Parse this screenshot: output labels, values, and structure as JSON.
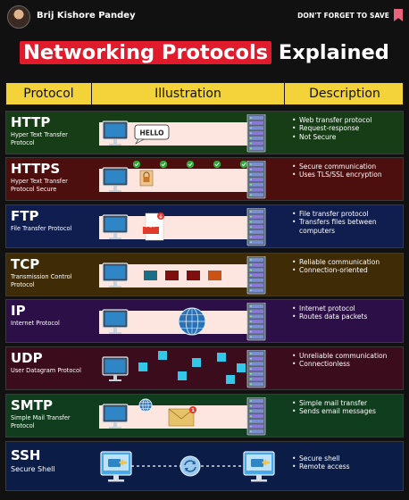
{
  "header": {
    "author": "Brij Kishore Pandey",
    "save_note": "DON'T FORGET TO SAVE"
  },
  "title": {
    "highlight": "Networking Protocols",
    "rest": "Explained"
  },
  "table": {
    "columns": [
      "Protocol",
      "Illustration",
      "Description"
    ],
    "rows": [
      {
        "key": "http",
        "name": "HTTP",
        "full": "Hyper Text Transfer Protocol",
        "bullets": [
          "Web transfer protocol",
          "Request-response",
          "Not Secure"
        ],
        "speech": "HELLO"
      },
      {
        "key": "https",
        "name": "HTTPS",
        "full": "Hyper Text Transfer Protocol Secure",
        "bullets": [
          "Secure communication",
          "Uses TLS/SSL encryption"
        ]
      },
      {
        "key": "ftp",
        "name": "FTP",
        "full": "File Transfer Protocol",
        "bullets": [
          "File transfer protocol",
          "Transfers files between computers"
        ],
        "file_label": "PDF"
      },
      {
        "key": "tcp",
        "name": "TCP",
        "full": "Transmission Control Protocol",
        "bullets": [
          "Reliable communication",
          "Connection-oriented"
        ]
      },
      {
        "key": "ip",
        "name": "IP",
        "full": "Internet Protocol",
        "bullets": [
          "Internet protocol",
          "Routes data packets"
        ]
      },
      {
        "key": "udp",
        "name": "UDP",
        "full": "User Datagram Protocol",
        "bullets": [
          "Unreliable communication",
          "Connectionless"
        ]
      },
      {
        "key": "smtp",
        "name": "SMTP",
        "full": "Simple Mail Transfer Protocol",
        "bullets": [
          "Simple mail transfer",
          "Sends email messages"
        ],
        "badge": "1"
      },
      {
        "key": "ssh",
        "name": "SSH",
        "full": "Secure Shell",
        "bullets": [
          "Secure shell",
          "Remote access"
        ]
      }
    ]
  },
  "colors": {
    "accent_yellow": "#f4d23a",
    "title_red": "#e01b2b",
    "http": "#173d17",
    "https": "#4d0e0e",
    "ftp": "#0f1e4f",
    "tcp": "#3f2b06",
    "ip": "#2c0f47",
    "udp": "#3b0c1c",
    "smtp": "#103d1d",
    "ssh": "#0b1d47",
    "tcp_packets": [
      "#1a6f86",
      "#7e0f0f",
      "#7e0f0f",
      "#c95214"
    ],
    "udp_packets": "#33c7ea",
    "https_badges": "#2faa3a"
  },
  "icons": {
    "computer": "monitor-icon",
    "server": "server-rack-icon",
    "globe": "globe-icon",
    "envelope": "envelope-icon",
    "lock": "padlock-icon",
    "shield": "shield-check-icon",
    "file": "pdf-file-icon",
    "sync": "sync-arrows-icon",
    "bookmark": "bookmark-icon",
    "avatar": "avatar"
  }
}
